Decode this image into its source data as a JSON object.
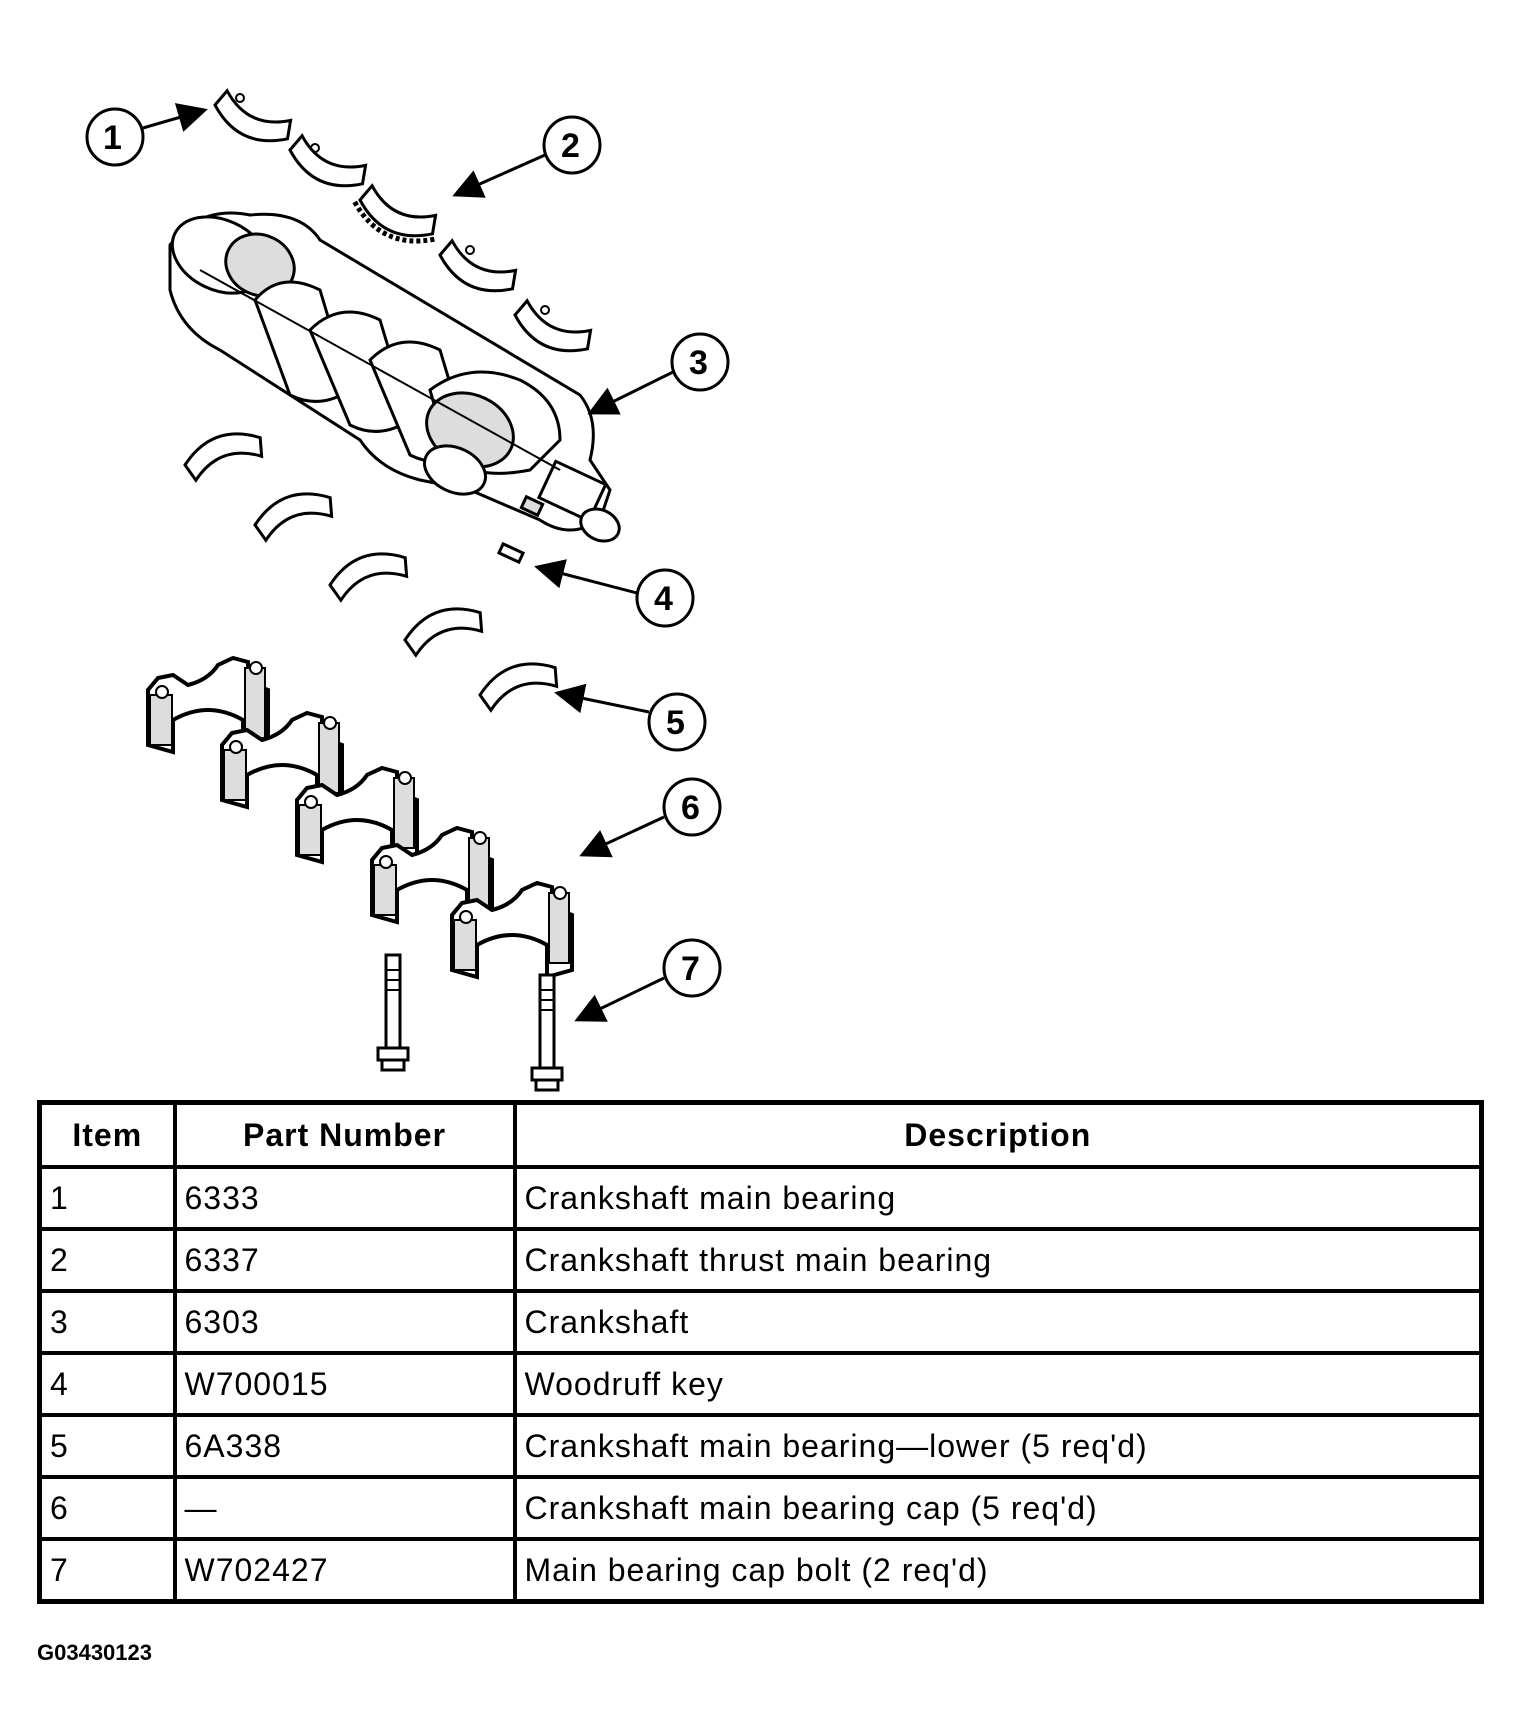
{
  "callouts": [
    "1",
    "2",
    "3",
    "4",
    "5",
    "6",
    "7"
  ],
  "table": {
    "headers": [
      "Item",
      "Part Number",
      "Description"
    ],
    "rows": [
      {
        "item": "1",
        "part": "6333",
        "desc": "Crankshaft main bearing"
      },
      {
        "item": "2",
        "part": "6337",
        "desc": "Crankshaft thrust main bearing"
      },
      {
        "item": "3",
        "part": "6303",
        "desc": "Crankshaft"
      },
      {
        "item": "4",
        "part": "W700015",
        "desc": "Woodruff key"
      },
      {
        "item": "5",
        "part": "6A338",
        "desc": "Crankshaft main bearing—lower (5 req'd)"
      },
      {
        "item": "6",
        "part": "—",
        "desc": "Crankshaft main bearing cap (5 req'd)"
      },
      {
        "item": "7",
        "part": "W702427",
        "desc": "Main bearing cap bolt (2 req'd)"
      }
    ]
  },
  "figure_id": "G03430123"
}
